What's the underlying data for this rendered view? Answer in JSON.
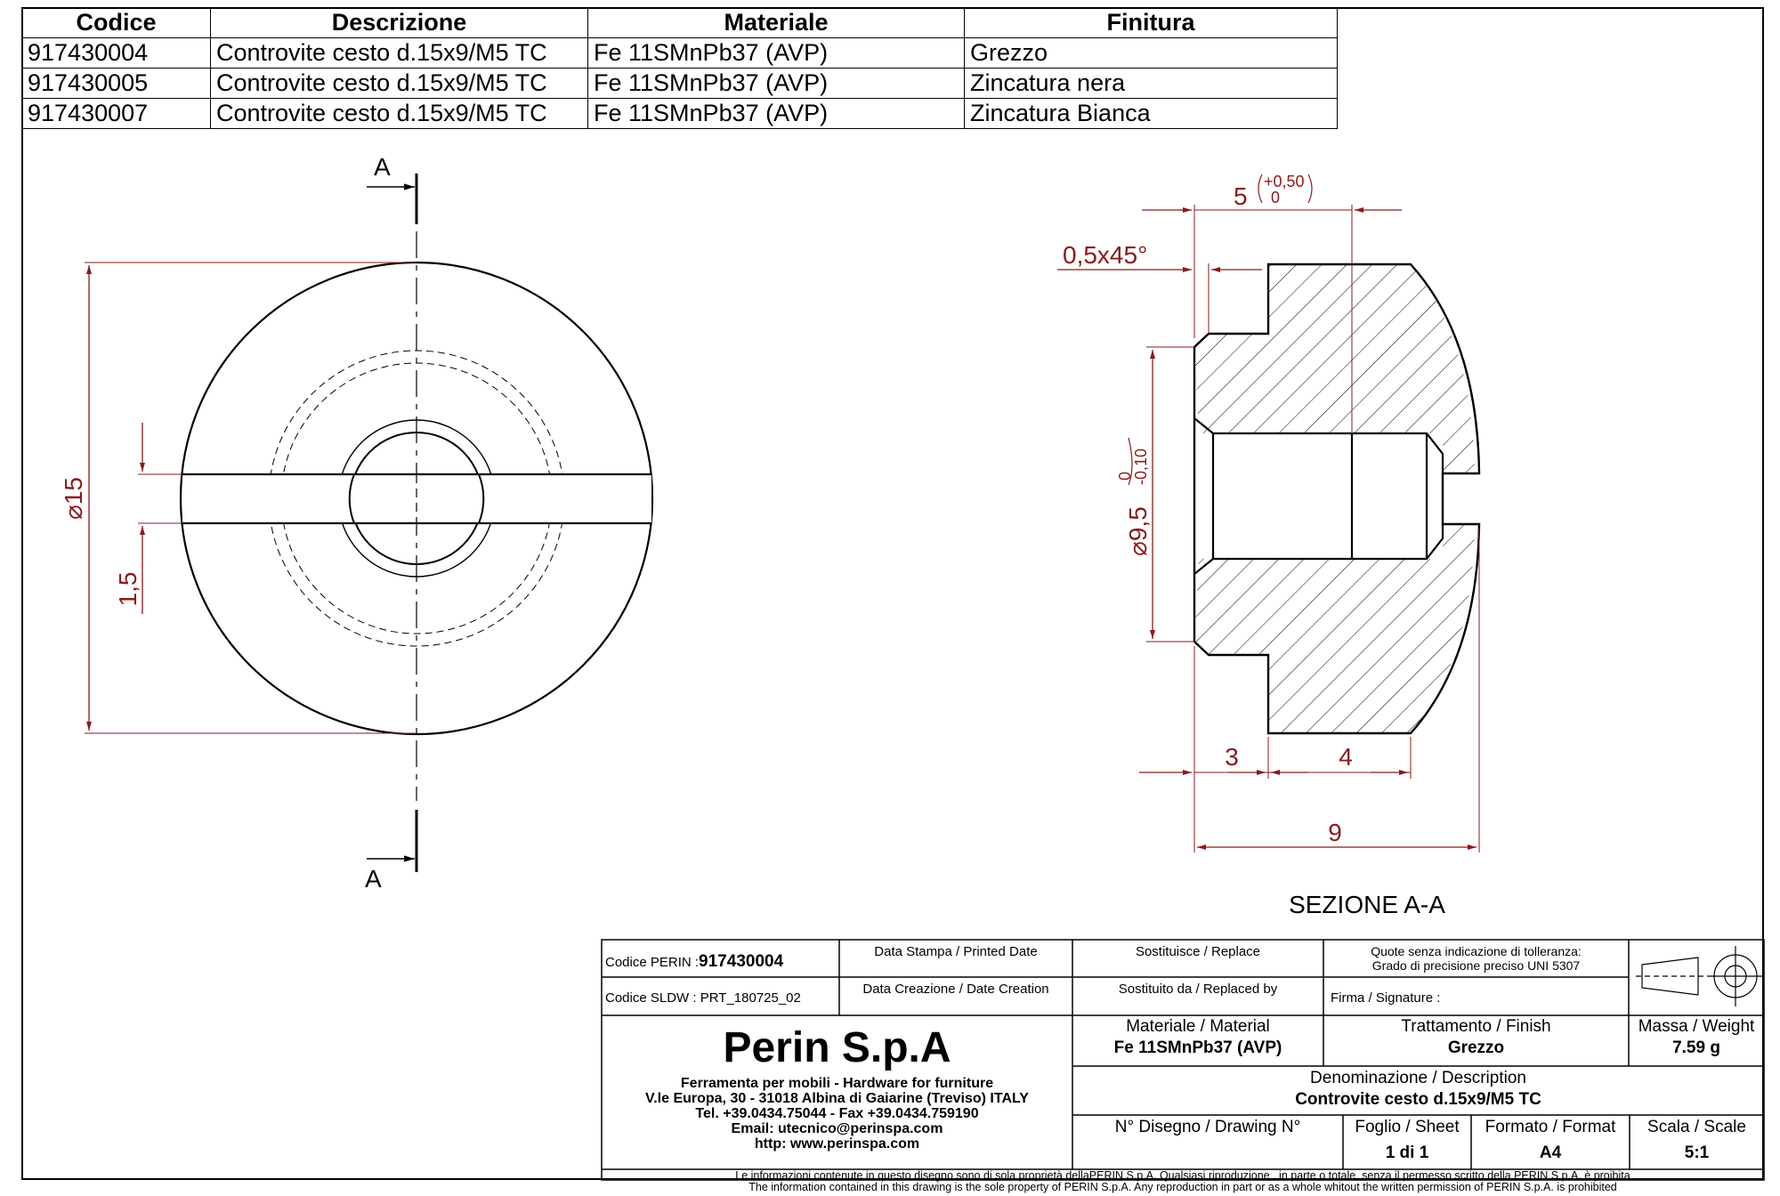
{
  "parts_table": {
    "headers": [
      "Codice",
      "Descrizione",
      "Materiale",
      "Finitura"
    ],
    "rows": [
      [
        "917430004",
        "Controvite cesto d.15x9/M5 TC",
        "Fe 11SMnPb37 (AVP)",
        "Grezzo"
      ],
      [
        "917430005",
        "Controvite cesto d.15x9/M5 TC",
        "Fe 11SMnPb37 (AVP)",
        "Zincatura nera"
      ],
      [
        "917430007",
        "Controvite cesto d.15x9/M5 TC",
        "Fe 11SMnPb37 (AVP)",
        "Zincatura Bianca"
      ]
    ]
  },
  "drawing": {
    "section_marker_top": "A",
    "section_marker_bottom": "A",
    "dim_diameter_15": "⌀15",
    "dim_slot": "1,5",
    "dim_length_5": "5",
    "dim_length_5_tol_upper": "+0,50",
    "dim_length_5_tol_lower": "0",
    "dim_chamfer": "0,5x45°",
    "dim_diameter_9_5": "⌀9,5",
    "dim_diameter_9_5_tol_upper": "0",
    "dim_diameter_9_5_tol_lower": "-0,10",
    "dim_3": "3",
    "dim_4": "4",
    "dim_9": "9",
    "section_label": "SEZIONE A-A"
  },
  "title_block": {
    "codice_perin_label": "Codice PERIN :",
    "codice_perin_value": "917430004",
    "codice_sldw_label": "Codice SLDW :",
    "codice_sldw_value": "PRT_180725_02",
    "data_stampa_label": "Data Stampa / Printed Date",
    "data_creazione_label": "Data Creazione / Date Creation",
    "sostituisce_label": "Sostituisce / Replace",
    "sostituito_label": "Sostituito da / Replaced by",
    "quote_label_1": "Quote senza indicazione di tolleranza:",
    "quote_label_2": "Grado di precisione preciso UNI 5307",
    "firma_label": "Firma / Signature :",
    "company_name": "Perin S.p.A",
    "company_line_1": "Ferramenta per mobili - Hardware for furniture",
    "company_line_2": "V.le Europa, 30 - 31018 Albina di Gaiarine (Treviso) ITALY",
    "company_line_3": "Tel. +39.0434.75044 - Fax +39.0434.759190",
    "company_line_4": "Email: utecnico@perinspa.com",
    "company_line_5": "http: www.perinspa.com",
    "materiale_label": "Materiale / Material",
    "materiale_value": "Fe 11SMnPb37 (AVP)",
    "trattamento_label": "Trattamento / Finish",
    "trattamento_value": "Grezzo",
    "massa_label": "Massa / Weight",
    "massa_value": "7.59 g",
    "denominazione_label": "Denominazione / Description",
    "denominazione_value": "Controvite cesto d.15x9/M5 TC",
    "disegno_label": "N° Disegno / Drawing N°",
    "foglio_label": "Foglio / Sheet",
    "foglio_value": "1 di 1",
    "formato_label": "Formato / Format",
    "formato_value": "A4",
    "scala_label": "Scala / Scale",
    "scala_value": "5:1",
    "disclaimer_1": "Le informazioni contenute in questo disegno sono di sola proprietà dellaPERIN S.p.A. Qualsiasi riproduzione , in parte o totale, senza il permesso scritto della PERIN S.p.A. è proibita",
    "disclaimer_2": "The information contained in this drawing is the sole property of PERIN S.p.A. Any reproduction in part or as a whole whitout the written permission of PERIN S.p.A. is prohibited"
  },
  "colors": {
    "line": "#000000",
    "dimension": "#8b1a1a"
  }
}
